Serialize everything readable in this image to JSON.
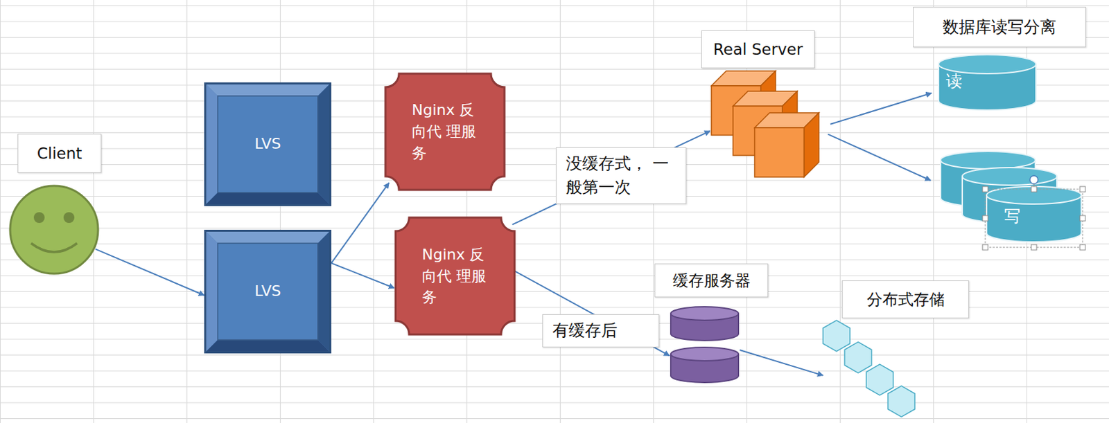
{
  "diagram": {
    "nodes": [
      {
        "text": [
          "Client"
        ]
      },
      {
        "text": [
          "LVS"
        ]
      },
      {
        "text": [
          "LVS"
        ]
      },
      {
        "text": [
          "Nginx 反向代 理服务"
        ]
      },
      {
        "text": [
          "Nginx 反向代 理服务"
        ]
      },
      {
        "text": [
          "Real Server"
        ]
      },
      {
        "text": [
          "读"
        ]
      },
      {
        "text": [
          "写"
        ]
      },
      {
        "text": [
          "缓存服务器"
        ]
      },
      {
        "text": [
          "分布式存储"
        ]
      }
    ],
    "edges": [
      {
        "from": 0,
        "to": 2,
        "arrow": "to"
      },
      {
        "from": 2,
        "to": 3,
        "arrow": "to"
      },
      {
        "from": 2,
        "to": 4,
        "arrow": "to"
      },
      {
        "from": 4,
        "to": 5,
        "label": "没缓存式， 一般第一次",
        "arrow": "to"
      },
      {
        "from": 4,
        "to": 8,
        "label": "有缓存后",
        "arrow": "to"
      },
      {
        "from": 5,
        "to": 6,
        "arrow": "to"
      },
      {
        "from": 5,
        "to": 7,
        "arrow": "to"
      },
      {
        "from": 8,
        "to": 9,
        "arrow": "to"
      }
    ],
    "labels": [
      "数据库读写分离"
    ]
  }
}
